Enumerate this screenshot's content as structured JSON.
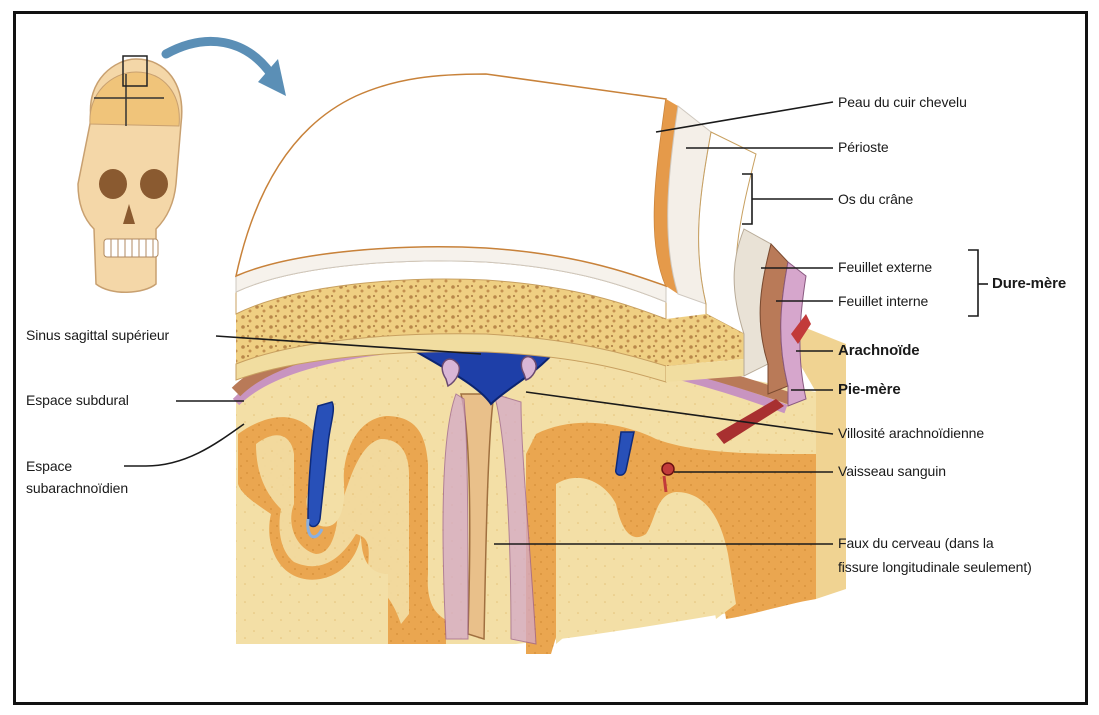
{
  "labels": {
    "peau": "Peau du cuir chevelu",
    "perioste": "Périoste",
    "os": "Os du crâne",
    "feuillet_externe": "Feuillet externe",
    "feuillet_interne": "Feuillet interne",
    "dure_mere": "Dure-mère",
    "arachnoide": "Arachnoïde",
    "pie_mere": "Pie-mère",
    "villosite": "Villosité arachnoïdienne",
    "vaisseau": "Vaisseau sanguin",
    "faux_line1": "Faux du cerveau (dans la",
    "faux_line2": "fissure longitudinale seulement)",
    "sinus": "Sinus sagittal supérieur",
    "subdural": "Espace subdural",
    "subarach_line1": "Espace",
    "subarach_line2": "subarachnoïdien"
  },
  "colors": {
    "skin": "#efb25e",
    "bone": "#f2d98a",
    "dura": "#b87a5a",
    "sinus_blue": "#1e3fa8",
    "gray_matter": "#e9a84a",
    "white_matter": "#f5e3a8",
    "frame": "#111111"
  }
}
